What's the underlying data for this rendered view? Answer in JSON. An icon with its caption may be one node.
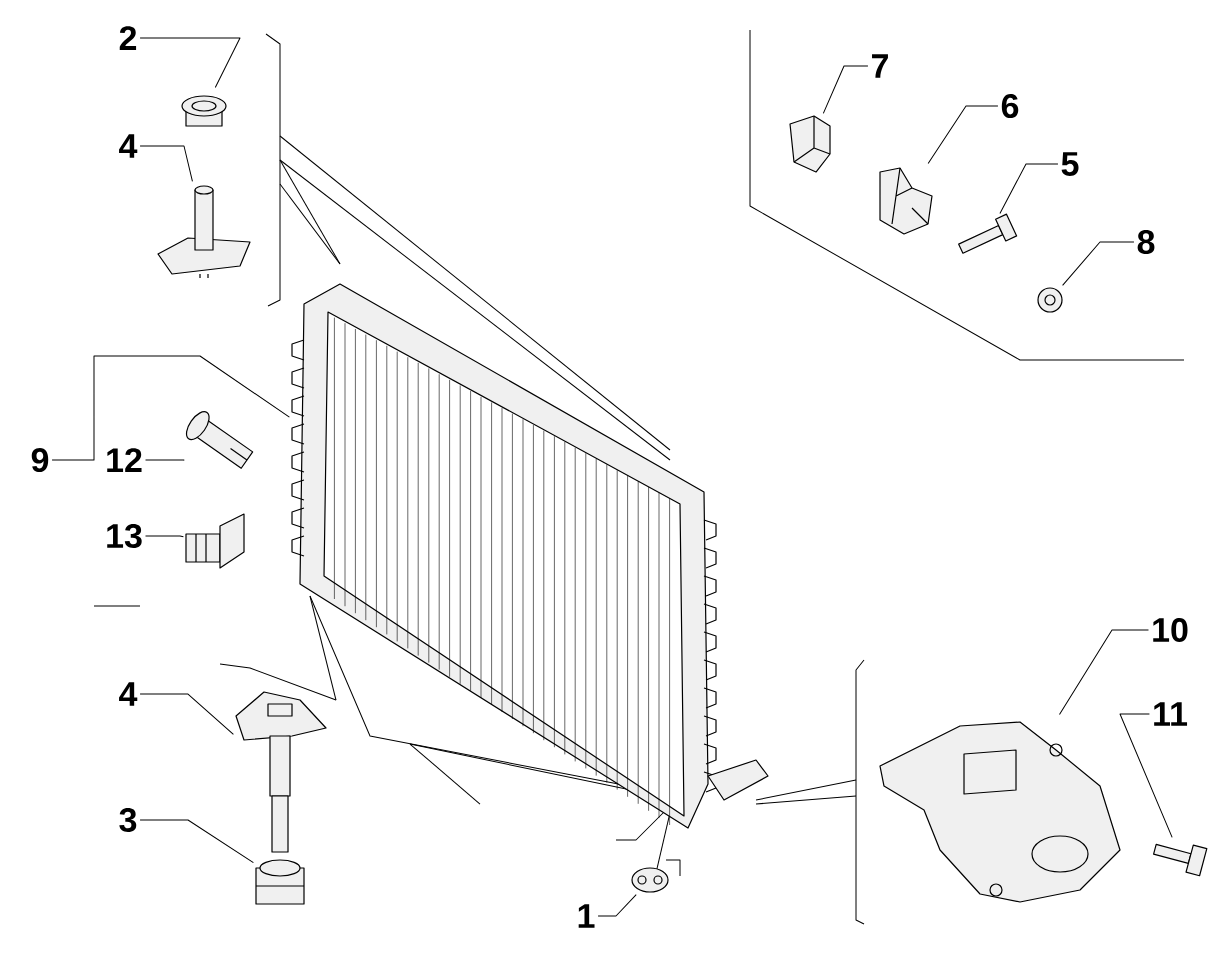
{
  "diagram": {
    "nodes": [
      {
        "text": [
          "2"
        ]
      },
      {
        "text": [],
        "shape": "picture"
      },
      {
        "text": [
          "4"
        ]
      },
      {
        "text": [],
        "shape": "picture"
      },
      {
        "text": [
          "7"
        ]
      },
      {
        "text": [],
        "shape": "picture"
      },
      {
        "text": [
          "6"
        ]
      },
      {
        "text": [],
        "shape": "picture"
      },
      {
        "text": [
          "5"
        ]
      },
      {
        "text": [],
        "shape": "picture"
      },
      {
        "text": [
          "8"
        ]
      },
      {
        "text": [],
        "shape": "picture"
      },
      {
        "text": [
          "9"
        ]
      },
      {
        "text": [],
        "shape": "picture"
      },
      {
        "text": [
          "12"
        ]
      },
      {
        "text": [],
        "shape": "picture"
      },
      {
        "text": [
          "13"
        ]
      },
      {
        "text": [],
        "shape": "picture"
      },
      {
        "text": [
          "10"
        ]
      },
      {
        "text": [],
        "shape": "picture"
      },
      {
        "text": [
          "11"
        ]
      },
      {
        "text": [],
        "shape": "picture"
      },
      {
        "text": [
          "4"
        ]
      },
      {
        "text": [],
        "shape": "picture"
      },
      {
        "text": [
          "3"
        ]
      },
      {
        "text": [],
        "shape": "picture"
      },
      {
        "text": [
          "1"
        ]
      },
      {
        "text": [],
        "shape": "picture"
      }
    ],
    "edges": [
      {
        "from": 0,
        "to": 1,
        "arrow": "none"
      },
      {
        "from": 2,
        "to": 3,
        "arrow": "none"
      },
      {
        "from": 4,
        "to": 5,
        "arrow": "none"
      },
      {
        "from": 6,
        "to": 7,
        "arrow": "none"
      },
      {
        "from": 8,
        "to": 9,
        "arrow": "none"
      },
      {
        "from": 10,
        "to": 11,
        "arrow": "none"
      },
      {
        "from": 12,
        "to": 13,
        "arrow": "none"
      },
      {
        "from": 14,
        "to": 15,
        "arrow": "none"
      },
      {
        "from": 16,
        "to": 17,
        "arrow": "none"
      },
      {
        "from": 18,
        "to": 19,
        "arrow": "none"
      },
      {
        "from": 20,
        "to": 21,
        "arrow": "none"
      },
      {
        "from": 22,
        "to": 23,
        "arrow": "none"
      },
      {
        "from": 24,
        "to": 25,
        "arrow": "none"
      },
      {
        "from": 26,
        "to": 27,
        "arrow": "none"
      }
    ]
  }
}
